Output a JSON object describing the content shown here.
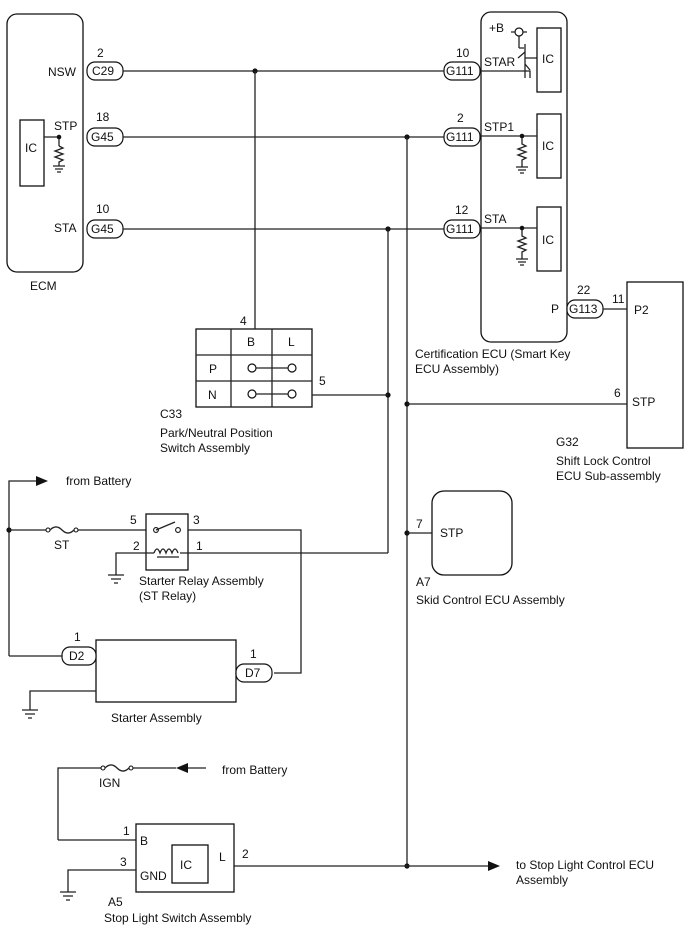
{
  "ecm": {
    "name": "ECM",
    "ic": "IC",
    "pins": [
      {
        "num": "2",
        "conn": "C29",
        "sig": "NSW"
      },
      {
        "num": "18",
        "conn": "G45",
        "sig": "STP"
      },
      {
        "num": "10",
        "conn": "G45",
        "sig": "STA"
      }
    ]
  },
  "cert_ecu": {
    "line1": "Certification ECU (Smart Key",
    "line2": "ECU Assembly)",
    "supply": "+B",
    "ic": "IC",
    "pins": [
      {
        "num": "10",
        "conn": "G111",
        "sig": "STAR"
      },
      {
        "num": "2",
        "conn": "G111",
        "sig": "STP1"
      },
      {
        "num": "12",
        "conn": "G111",
        "sig": "STA"
      }
    ],
    "p_pin": {
      "sig": "P",
      "num": "22",
      "conn": "G113"
    }
  },
  "shift_lock": {
    "code": "G32",
    "line1": "Shift Lock Control",
    "line2": "ECU Sub-assembly",
    "pins": [
      {
        "num": "11",
        "sig": "P2"
      },
      {
        "num": "6",
        "sig": "STP"
      }
    ]
  },
  "pn_switch": {
    "code": "C33",
    "line1": "Park/Neutral Position",
    "line2": "Switch Assembly",
    "pin_b": "4",
    "pin_l": "5",
    "col_b": "B",
    "col_l": "L",
    "row_p": "P",
    "row_n": "N"
  },
  "starter_relay": {
    "line1": "Starter Relay Assembly",
    "line2": "(ST Relay)",
    "pins": {
      "p5": "5",
      "p3": "3",
      "p2": "2",
      "p1": "1"
    }
  },
  "starter": {
    "name": "Starter Assembly",
    "left": {
      "num": "1",
      "conn": "D2"
    },
    "right": {
      "num": "1",
      "conn": "D7"
    }
  },
  "skid": {
    "code": "A7",
    "name": "Skid Control ECU Assembly",
    "pin": "7",
    "sig": "STP"
  },
  "stop_switch": {
    "code": "A5",
    "name": "Stop Light Switch Assembly",
    "ic": "IC",
    "pins": {
      "b_num": "1",
      "b_sig": "B",
      "gnd_num": "3",
      "gnd_sig": "GND",
      "l_num": "2",
      "l_sig": "L"
    }
  },
  "fuses": {
    "st": "ST",
    "ign": "IGN"
  },
  "labels": {
    "battery1": "from Battery",
    "battery2": "from Battery",
    "to_stop_1": "to Stop Light Control ECU",
    "to_stop_2": "Assembly"
  }
}
